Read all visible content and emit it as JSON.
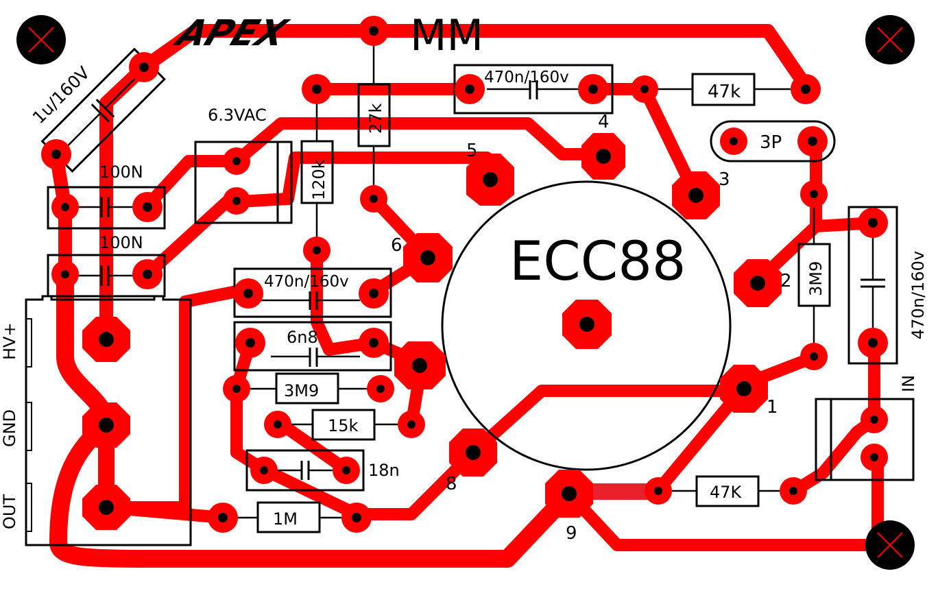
{
  "title": {
    "brand": "APEX",
    "model": "MM"
  },
  "tube": {
    "label": "ECC88"
  },
  "pins": [
    "1",
    "2",
    "3",
    "4",
    "5",
    "6",
    "8",
    "9"
  ],
  "components": {
    "c_1u": "1u/160V",
    "c_100n_a": "100N",
    "c_100n_b": "100N",
    "heater": "6.3VAC",
    "r_27k": "27k",
    "r_120k": "120k",
    "c_470n_top": "470n/160v",
    "r_47k_top": "47k",
    "c_3p": "3P",
    "r_3m9_right": "3M9",
    "c_470n_right": "470n/160v",
    "c_470n_mid": "470n/160v",
    "c_6n8": "6n8",
    "r_3m9_mid": "3M9",
    "r_15k": "15k",
    "c_18n": "18n",
    "r_1m": "1M",
    "r_47k_bottom": "47K"
  },
  "connectors": {
    "hv": "HV+",
    "gnd": "GND",
    "out": "OUT",
    "in": "IN"
  },
  "colors": {
    "copper": "#ff0000",
    "silk": "#000000",
    "board": "#ffffff"
  }
}
